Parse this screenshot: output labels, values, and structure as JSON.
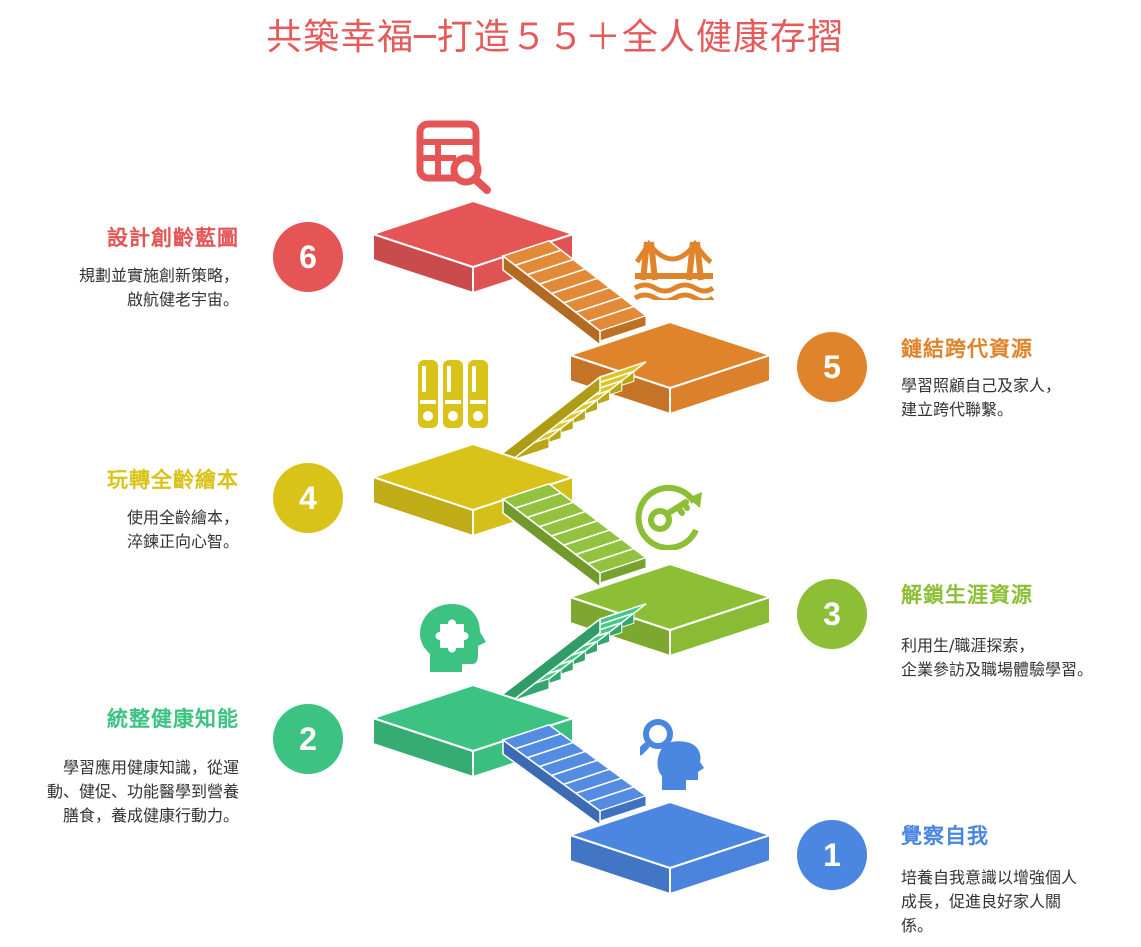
{
  "title": "共築幸福─打造５５＋全人健康存摺",
  "steps": [
    {
      "number": "1",
      "heading": "覺察自我",
      "desc": [
        "培養自我意識以增強個人",
        "成長，促進良好家人關",
        "係。"
      ],
      "color": "#4b86e0",
      "icon": "head-search-icon"
    },
    {
      "number": "2",
      "heading": "統整健康知能",
      "desc": [
        "學習應用健康知識，從運",
        "動、健促、功能醫學到營養",
        "膳食，養成健康行動力。"
      ],
      "color": "#3cc382",
      "icon": "head-puzzle-icon"
    },
    {
      "number": "3",
      "heading": "解鎖生涯資源",
      "desc": [
        "利用生/職涯探索，",
        "企業參訪及職場體驗學習。"
      ],
      "color": "#8dbf36",
      "icon": "key-unlock-icon"
    },
    {
      "number": "4",
      "heading": "玩轉全齡繪本",
      "desc": [
        "使用全齡繪本，",
        "淬鍊正向心智。"
      ],
      "color": "#d9c319",
      "icon": "books-icon"
    },
    {
      "number": "5",
      "heading": "鏈結跨代資源",
      "desc": [
        "學習照顧自己及家人，",
        "建立跨代聯繫。"
      ],
      "color": "#e0842c",
      "icon": "bridge-icon"
    },
    {
      "number": "6",
      "heading": "設計創齡藍圖",
      "desc": [
        "規劃並實施創新策略，",
        "啟航健老宇宙。"
      ],
      "color": "#e55555",
      "icon": "blueprint-search-icon"
    }
  ]
}
